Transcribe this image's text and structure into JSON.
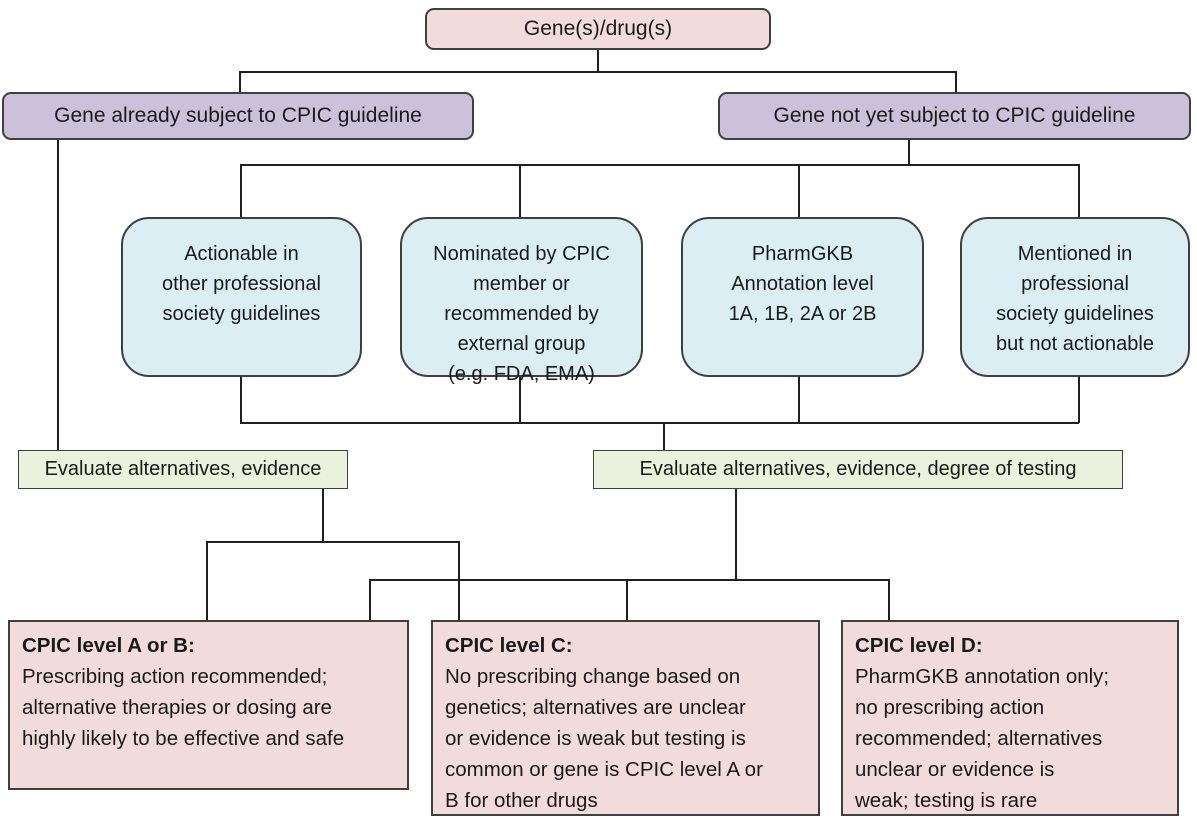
{
  "colors": {
    "root_fill": "#f2dcdb",
    "branch_fill": "#ccc1da",
    "criteria_fill": "#daeef3",
    "evaluate_fill": "#ebf1dd",
    "outcome_fill": "#f2dcdb",
    "border": "#3f3f3f",
    "connector": "#202020",
    "text": "#1a1a1a"
  },
  "nodes": {
    "root": "Gene(s)/drug(s)",
    "branch_left": "Gene already subject to CPIC guideline",
    "branch_right": "Gene not yet subject to CPIC guideline",
    "criteria": [
      "Actionable in\nother professional\nsociety guidelines",
      "Nominated by CPIC\nmember or\nrecommended by\nexternal group\n(e.g. FDA, EMA)",
      "PharmGKB\nAnnotation level\n1A, 1B, 2A or 2B",
      "Mentioned in\nprofessional\nsociety guidelines\nbut not actionable"
    ],
    "evaluate_left": "Evaluate alternatives, evidence",
    "evaluate_right": "Evaluate alternatives, evidence, degree of testing",
    "outcomes": [
      {
        "heading": "CPIC level A or B:",
        "body": "Prescribing action recommended;\nalternative therapies or dosing are\nhighly likely to be effective and safe"
      },
      {
        "heading": "CPIC level C:",
        "body": "No prescribing change based on\ngenetics; alternatives are unclear\nor evidence is weak but testing is\ncommon or gene is CPIC level A or\nB for other drugs"
      },
      {
        "heading": "CPIC level D:",
        "body": "PharmGKB annotation only;\nno prescribing action\nrecommended; alternatives\nunclear or evidence is\nweak; testing is rare"
      }
    ]
  }
}
